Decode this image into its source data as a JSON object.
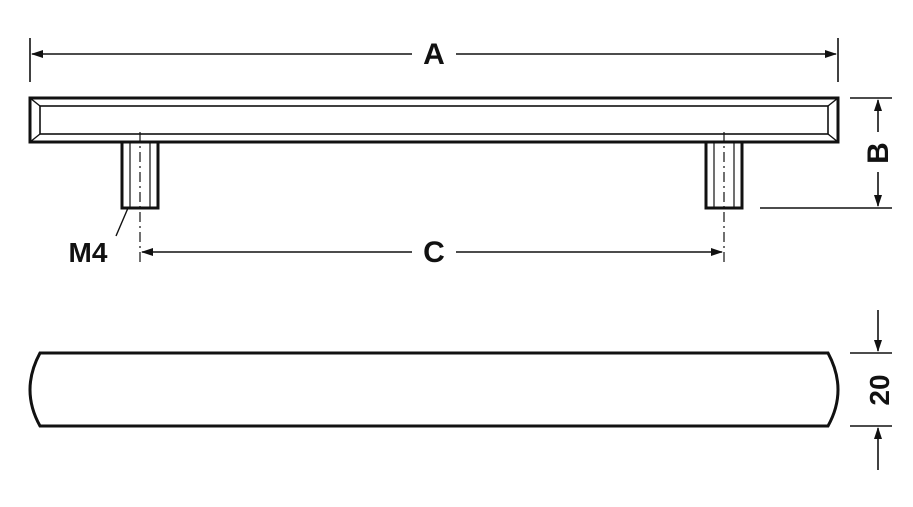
{
  "drawing": {
    "labels": {
      "a": "A",
      "b": "B",
      "c": "C",
      "thread": "M4",
      "height": "20"
    },
    "colors": {
      "ink": "#111111",
      "background": "#ffffff"
    }
  }
}
